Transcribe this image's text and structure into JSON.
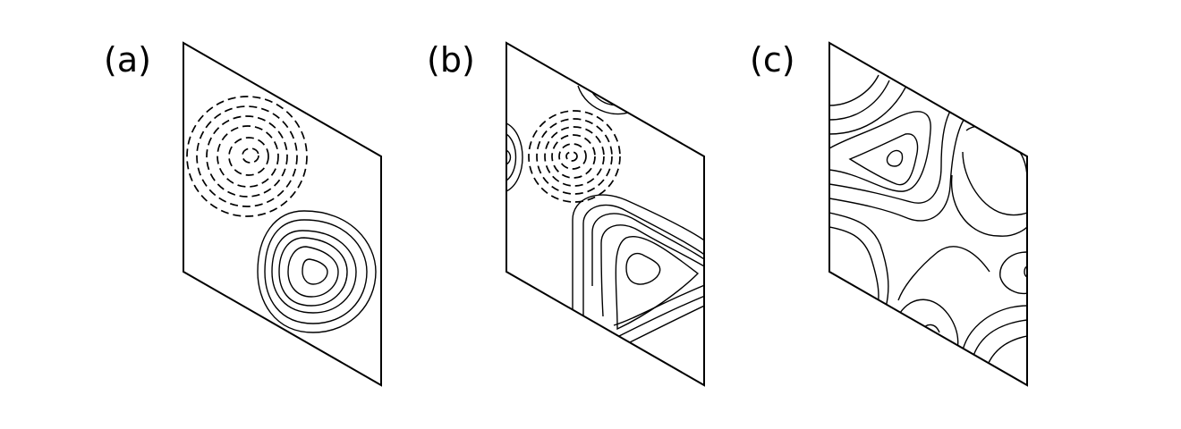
{
  "panels": [
    {
      "label": "(a)"
    },
    {
      "label": "(b)"
    },
    {
      "label": "(c)"
    }
  ],
  "colors": {
    "line": "#000000",
    "background": "#ffffff"
  }
}
